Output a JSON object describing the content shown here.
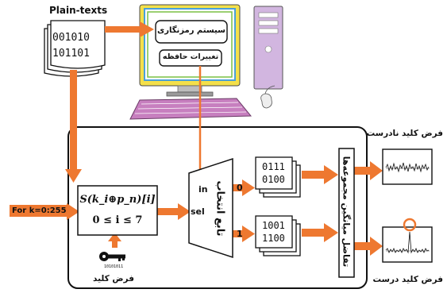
{
  "plaintext": {
    "title": "Plain-texts",
    "line1": "001010",
    "line2": "101101"
  },
  "computer": {
    "crypto_system": "سیستم رمزنگاری",
    "memory_changes": "تغییرات حافظه"
  },
  "loop_label": "For k=0:255",
  "sbox": {
    "formula": "S(k_i⊕p_n)[i]",
    "range": "0 ≤ i ≤ 7"
  },
  "key_hypothesis": "فرض کلید",
  "selector": {
    "in_label": "in",
    "sel_label": "sel",
    "title": "تابع انتخاب",
    "out0": "0",
    "out1": "1"
  },
  "group0": {
    "line1": "0111",
    "line2": "0100"
  },
  "group1": {
    "line1": "1001",
    "line2": "1100"
  },
  "diff_means": "تفاضل میانگین مجموعه‌ها",
  "wrong_key": "فرض کلید نادرست",
  "right_key": "فرض کلید درست",
  "colors": {
    "arrow": "#ee7830",
    "frame": "#111111",
    "keyboard": "#b06aaa",
    "monitor_outer": "#f8e030",
    "monitor_inner_border": "#5aa0dc",
    "tower": "#c9a8d8"
  }
}
